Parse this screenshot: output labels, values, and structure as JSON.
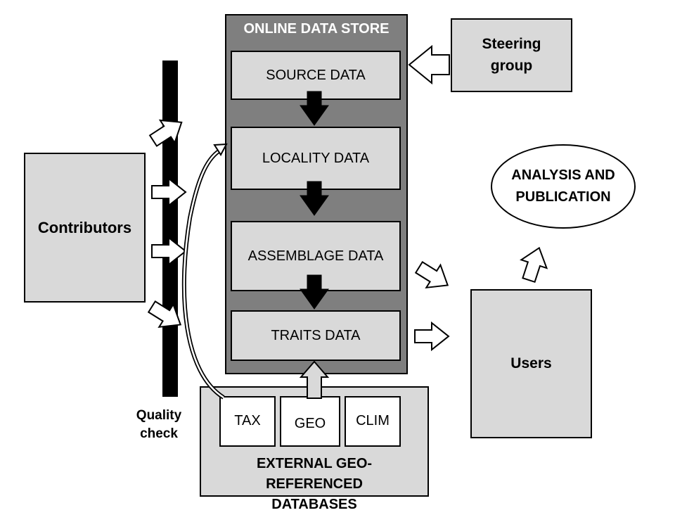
{
  "store": {
    "title": "ONLINE DATA STORE",
    "stages": [
      "SOURCE DATA",
      "LOCALITY DATA",
      "ASSEMBLAGE DATA",
      "TRAITS DATA"
    ]
  },
  "steering": "Steering group",
  "contributors": "Contributors",
  "quality_check": "Quality check",
  "analysis": "ANALYSIS AND PUBLICATION",
  "users": "Users",
  "external": {
    "title": "EXTERNAL GEO-REFERENCED DATABASES",
    "items": [
      "TAX",
      "GEO",
      "CLIM"
    ]
  }
}
